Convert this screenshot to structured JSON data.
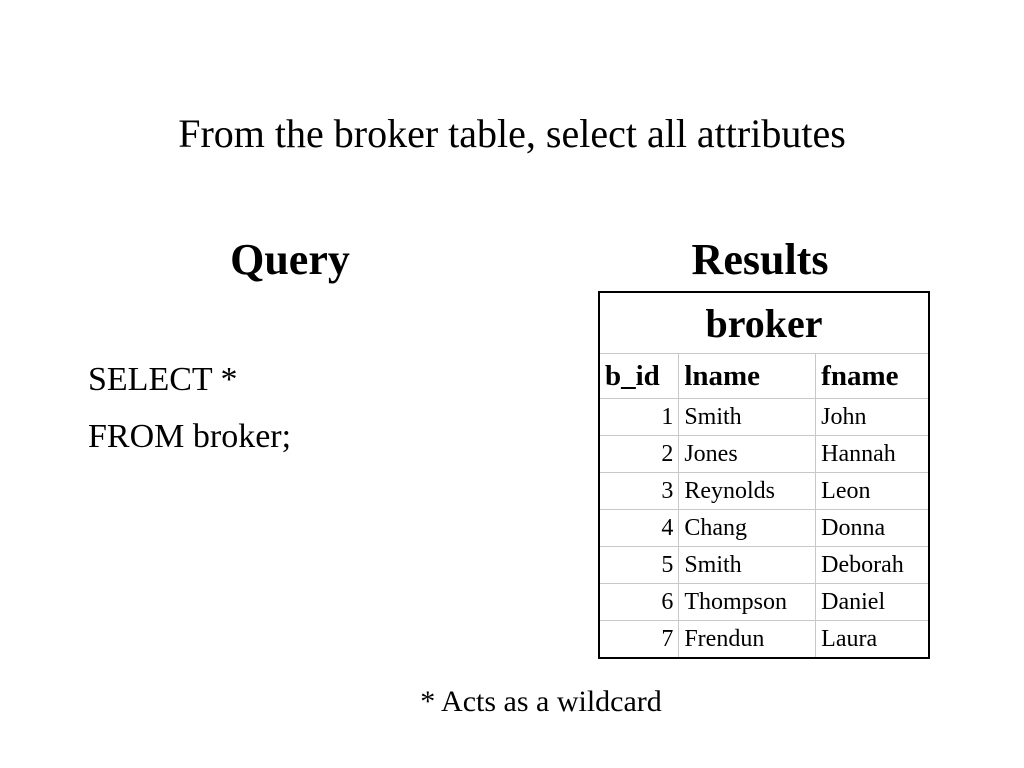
{
  "slide": {
    "title": "From the broker table, select all attributes",
    "query_heading": "Query",
    "results_heading": "Results",
    "sql_lines": [
      "SELECT *",
      "FROM broker;"
    ],
    "footnote": "* Acts as a wildcard"
  },
  "table": {
    "name": "broker",
    "columns": [
      "b_id",
      "lname",
      "fname"
    ],
    "rows": [
      [
        "1",
        "Smith",
        "John"
      ],
      [
        "2",
        "Jones",
        "Hannah"
      ],
      [
        "3",
        "Reynolds",
        "Leon"
      ],
      [
        "4",
        "Chang",
        "Donna"
      ],
      [
        "5",
        "Smith",
        "Deborah"
      ],
      [
        "6",
        "Thompson",
        "Daniel"
      ],
      [
        "7",
        "Frendun",
        "Laura"
      ]
    ]
  }
}
